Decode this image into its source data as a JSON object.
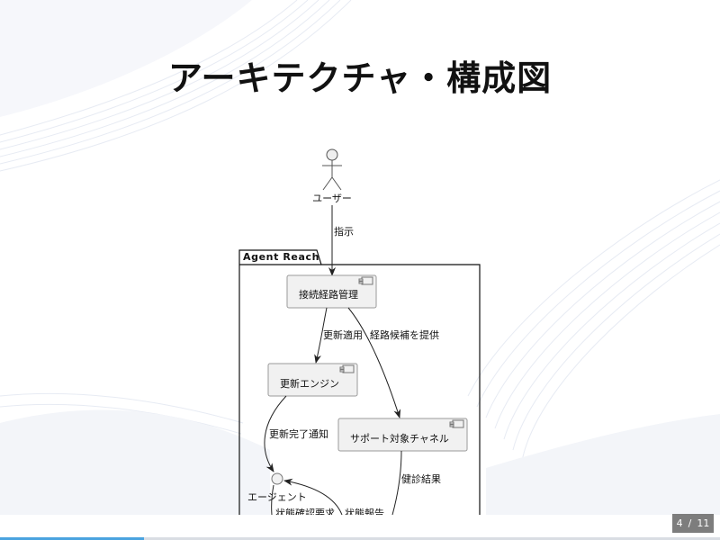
{
  "slide": {
    "title": "アーキテクチャ・構成図",
    "page_current": "4",
    "page_separator": "/",
    "page_total": "11",
    "progress_fraction": 0.2,
    "accent_color": "#4aa3df"
  },
  "diagram": {
    "actor_label": "ユーザー",
    "package_label": "Agent Reach",
    "components": {
      "route": "接続経路管理",
      "update": "更新エンジン",
      "channel": "サポート対象チャネル"
    },
    "interface_label": "エージェント",
    "edges": {
      "instruct": "指示",
      "apply_update": "更新適用",
      "provide_routes": "経路候補を提供",
      "update_done": "更新完了通知",
      "diagnosis": "健診結果",
      "status_request": "状態確認要求",
      "status_report": "状態報告"
    }
  }
}
